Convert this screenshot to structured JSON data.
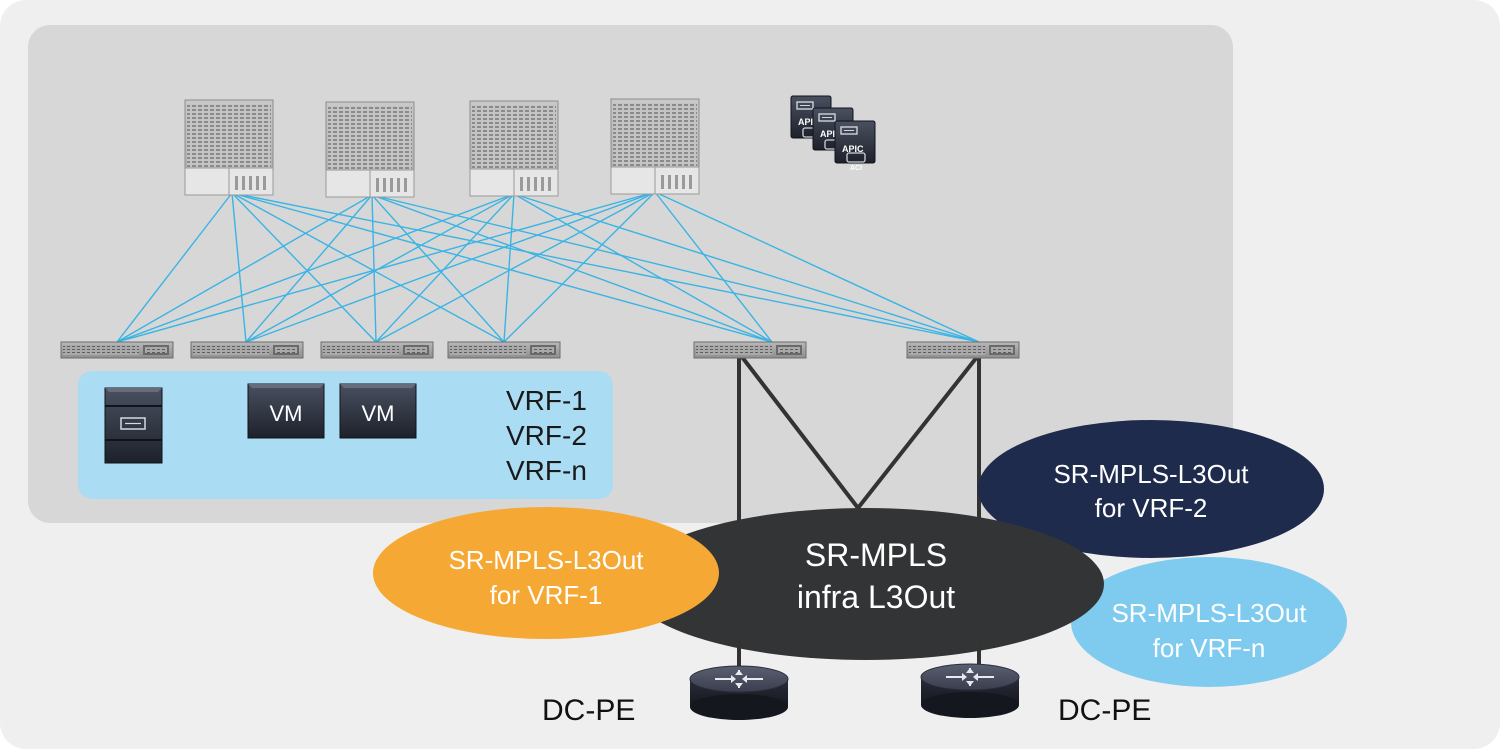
{
  "vrf_labels": [
    "VRF-1",
    "VRF-2",
    "VRF-n"
  ],
  "vm_labels": [
    "VM",
    "VM"
  ],
  "apic": {
    "label": "APIC",
    "sublabel": "ACI"
  },
  "infra": {
    "line1": "SR-MPLS",
    "line2": "infra L3Out"
  },
  "l3outs": [
    {
      "line1": "SR-MPLS-L3Out",
      "line2": "for VRF-1"
    },
    {
      "line1": "SR-MPLS-L3Out",
      "line2": "for VRF-2"
    },
    {
      "line1": "SR-MPLS-L3Out",
      "line2": "for VRF-n"
    }
  ],
  "pe_labels": [
    "DC-PE",
    "DC-PE"
  ],
  "colors": {
    "outer_bg": "#f0eff0",
    "fabric_bg": "#d7d7d7",
    "server_area": "#aadcf4",
    "link_blue": "#3ab4e4",
    "link_dark": "#333333",
    "infra_fill": "#333436",
    "vrf1_fill": "#f5a833",
    "vrf2_fill": "#1e2b4d",
    "vrfn_fill": "#7fcbef"
  },
  "icons": [
    "spine-switch-icon",
    "leaf-switch-icon",
    "server-icon",
    "vm-icon",
    "apic-cluster-icon",
    "router-icon"
  ]
}
